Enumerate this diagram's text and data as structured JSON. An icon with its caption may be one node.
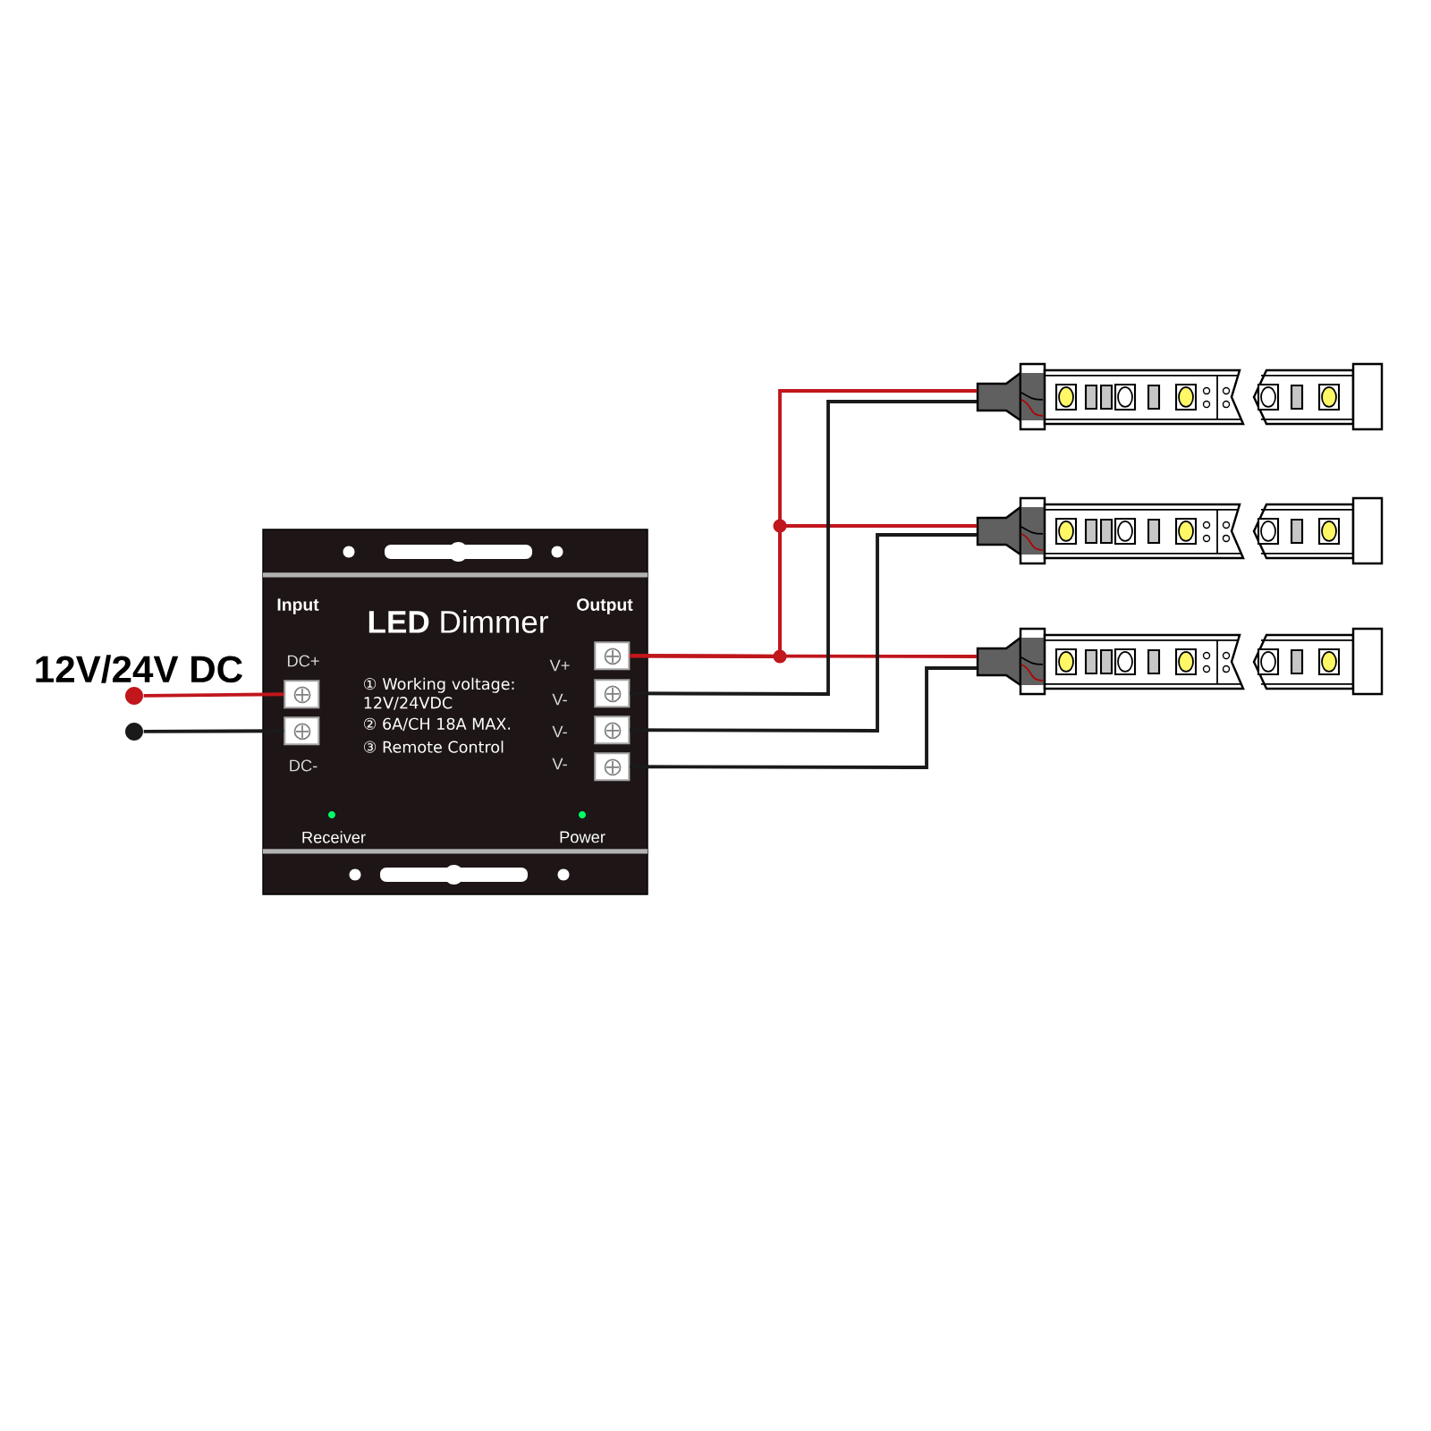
{
  "diagram": {
    "nodes": [
      {
        "text": [
          "Input",
          "**LED** Dimmer",
          "Output",
          "① Working voltage: 12V/24VDC",
          "② 6A/CH 18A MAX.",
          "③ Remote Control",
          "Receiver",
          "Power"
        ]
      },
      {
        "text": [],
        "shape": "box",
        "in": 0,
        "beside": [
          "DC+"
        ]
      },
      {
        "text": [],
        "shape": "box",
        "in": 0,
        "beside": [
          "DC-"
        ]
      },
      {
        "text": [],
        "shape": "box",
        "in": 0,
        "beside": [
          "V+"
        ]
      },
      {
        "text": [],
        "shape": "box",
        "in": 0,
        "beside": [
          "V-"
        ]
      },
      {
        "text": [],
        "shape": "box",
        "in": 0,
        "beside": [
          "V-"
        ]
      },
      {
        "text": [],
        "shape": "box",
        "in": 0,
        "beside": [
          "V-"
        ]
      },
      {
        "text": [],
        "shape": "picture"
      },
      {
        "text": [],
        "shape": "picture"
      },
      {
        "text": [],
        "shape": "picture"
      },
      {
        "text": [],
        "shape": "circle"
      },
      {
        "text": [],
        "shape": "circle"
      }
    ],
    "edges": [
      {
        "from": 10,
        "to": 1,
        "arrow": "none",
        "color": "#c0161c"
      },
      {
        "from": 11,
        "to": 2,
        "arrow": "none",
        "color": "#1a1a1a"
      },
      {
        "from": 3,
        "to": 7,
        "arrow": "none",
        "color": "#c0161c"
      },
      {
        "from": 3,
        "to": 8,
        "arrow": "none",
        "color": "#c0161c"
      },
      {
        "from": 3,
        "to": 9,
        "arrow": "none",
        "color": "#c0161c"
      },
      {
        "from": 4,
        "to": 7,
        "arrow": "none",
        "color": "#1a1a1a"
      },
      {
        "from": 5,
        "to": 8,
        "arrow": "none",
        "color": "#1a1a1a"
      },
      {
        "from": 6,
        "to": 9,
        "arrow": "none",
        "color": "#1a1a1a"
      }
    ],
    "labels": [
      "12V/24V DC"
    ]
  }
}
